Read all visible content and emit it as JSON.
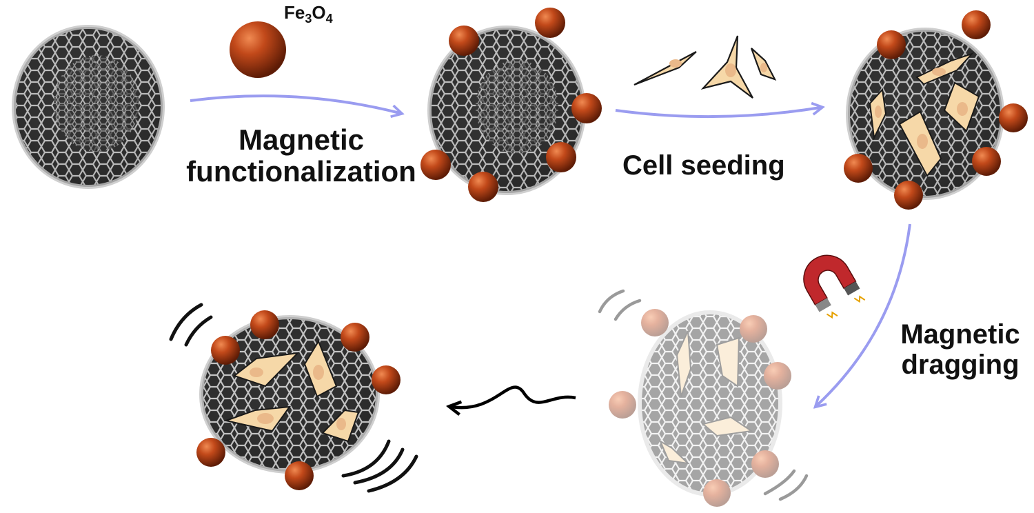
{
  "labels": {
    "fe_main": "Fe",
    "fe_sub1": "3",
    "fe_o": "O",
    "fe_sub2": "4",
    "magnetic_functionalization": [
      "Magnetic",
      "functionalization"
    ],
    "cell_seeding": "Cell seeding",
    "magnetic_dragging": [
      "Magnetic",
      "dragging"
    ]
  },
  "colors": {
    "arrow": "#9a9cf0",
    "particle": "#b5410f",
    "scaffold": "#3c3c3c",
    "mesh": "#e6e6e6",
    "cell": "#f6d8a8",
    "nucleus": "#eab98a",
    "magnet_red": "#c0282c"
  }
}
